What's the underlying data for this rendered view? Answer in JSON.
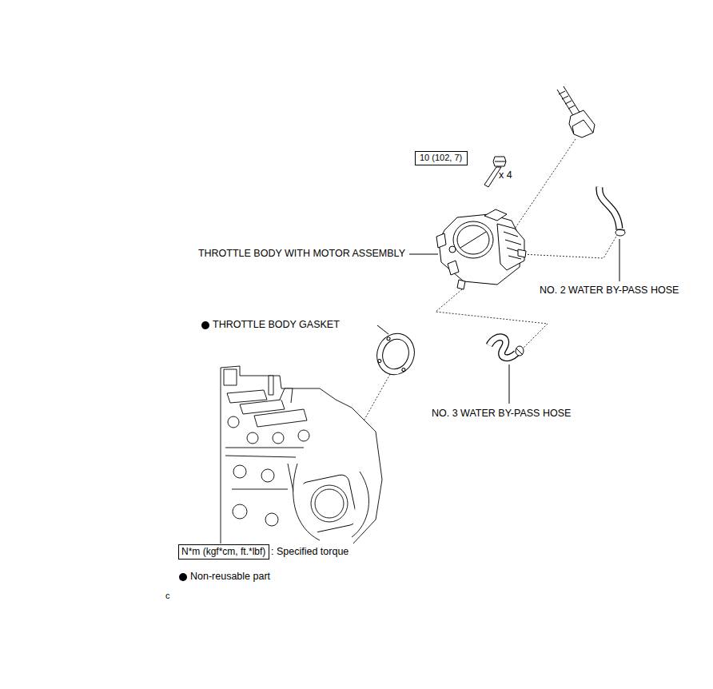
{
  "diagram": {
    "nodes": [
      {
        "text": [
          "10 (102, 7)"
        ]
      },
      {
        "text": [
          "N*m (kgf*cm, ft.*lbf)"
        ]
      }
    ],
    "labels": [
      "x 4",
      "THROTTLE BODY WITH MOTOR ASSEMBLY",
      "THROTTLE BODY GASKET",
      "NO. 2 WATER BY-PASS HOSE",
      "NO. 3 WATER BY-PASS HOSE",
      "c"
    ],
    "legend": [
      {
        "text": ": Specified torque"
      },
      {
        "text": "Non-reusable part"
      }
    ]
  }
}
